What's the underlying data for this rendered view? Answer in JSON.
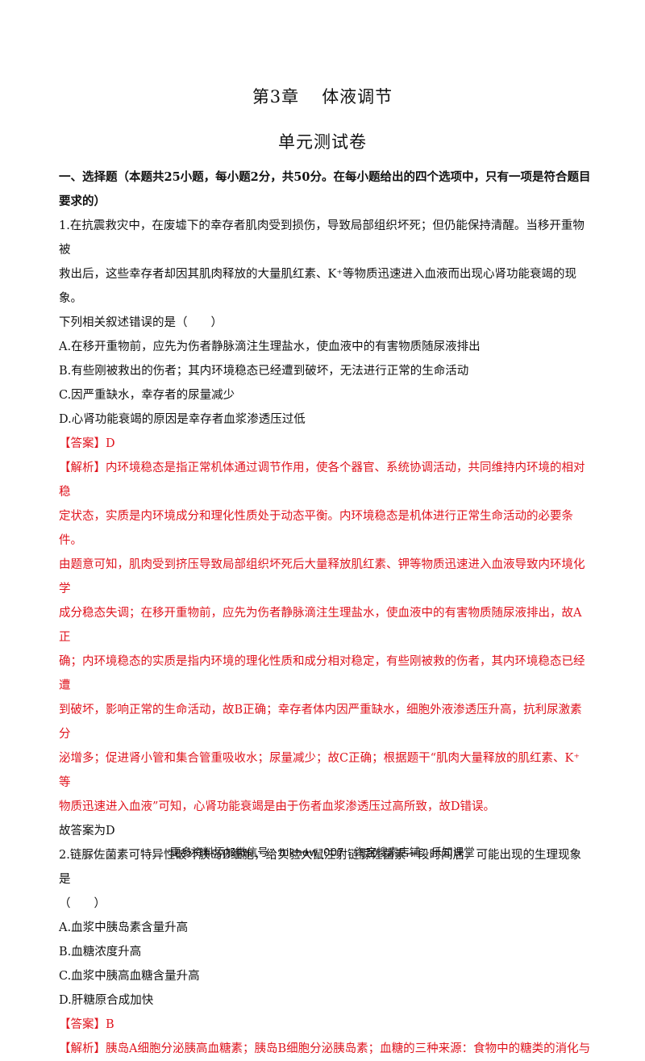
{
  "header": {
    "chapter": "第3章",
    "chapter_title": "体液调节",
    "subtitle": "单元测试卷"
  },
  "section": {
    "heading": "一、选择题（本题共25小题，每小题2分，共50分。在每小题给出的四个选项中，只有一项是符合题目要求的）"
  },
  "questions": [
    {
      "stem_lines": [
        "1.在抗震救灾中，在废墟下的幸存者肌肉受到损伤，导致局部组织坏死；但仍能保持清醒。当移开重物被",
        "救出后，这些幸存者却因其肌肉释放的大量肌红素、K⁺等物质迅速进入血液而出现心肾功能衰竭的现象。",
        "下列相关叙述错误的是（　　）"
      ],
      "options": [
        "A.在移开重物前，应先为伤者静脉滴注生理盐水，使血液中的有害物质随尿液排出",
        "B.有些刚被救出的伤者；其内环境稳态已经遭到破坏，无法进行正常的生命活动",
        "C.因严重缺水，幸存者的尿量减少",
        "D.心肾功能衰竭的原因是幸存者血浆渗透压过低"
      ],
      "answer": "【答案】D",
      "analysis_lines": [
        "【解析】内环境稳态是指正常机体通过调节作用，使各个器官、系统协调活动，共同维持内环境的相对稳",
        "定状态，实质是内环境成分和理化性质处于动态平衡。内环境稳态是机体进行正常生命活动的必要条件。",
        "由题意可知，肌肉受到挤压导致局部组织坏死后大量释放肌红素、钾等物质迅速进入血液导致内环境化学",
        "成分稳态失调；在移开重物前，应先为伤者静脉滴注生理盐水，使血液中的有害物质随尿液排出，故A正",
        "确；内环境稳态的实质是指内环境的理化性质和成分相对稳定，有些刚被救的伤者，其内环境稳态已经遭",
        "到破坏，影响正常的生命活动，故B正确；幸存者体内因严重缺水，细胞外液渗透压升高，抗利尿激素分",
        "泌增多；促进肾小管和集合管重吸收水；尿量减少；故C正确；根据题干“肌肉大量释放的肌红素、K⁺等",
        "物质迅速进入血液”可知，心肾功能衰竭是由于伤者血浆渗透压过高所致，故D错误。"
      ],
      "conclusion": "故答案为D"
    },
    {
      "stem_lines": [
        "2.链脲佐菌素可特异性破坏胰岛B细胞，给实验大鼠注射链脲佐菌素一段时间后，可能出现的生理现象是",
        "（　　）"
      ],
      "options": [
        "A.血浆中胰岛素含量升高",
        "B.血糖浓度升高",
        "C.血浆中胰高血糖含量升高",
        "D.肝糖原合成加快"
      ],
      "answer": "【答案】B",
      "analysis_lines": [
        "【解析】胰岛A细胞分泌胰高血糖素；胰岛B细胞分泌胰岛素；血糖的三种来源：食物中的糖类的消化与"
      ]
    }
  ],
  "footer": {
    "text": "更多资料添加微信号：hiknow_007　淘宝搜索店铺：乐知课堂"
  },
  "colors": {
    "text": "#111111",
    "answer_red": "#e0141e"
  }
}
